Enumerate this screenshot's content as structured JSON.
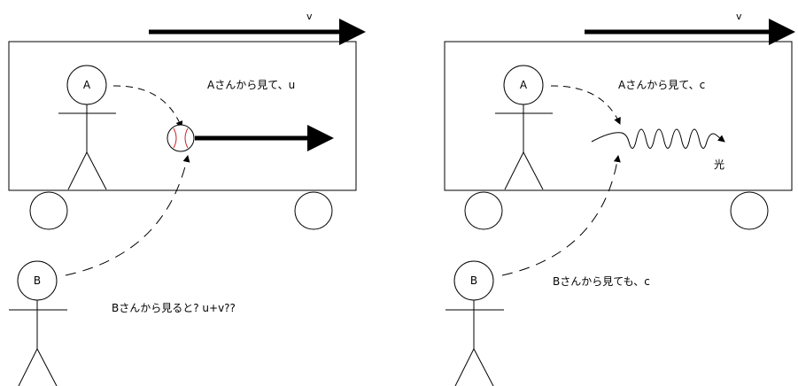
{
  "left_panel": {
    "velocity_label": "v",
    "person_a_label": "A",
    "person_b_label": "B",
    "caption_a": "Aさんから見て、u",
    "caption_b": "Bさんから見ると?  u+v??"
  },
  "right_panel": {
    "velocity_label": "v",
    "person_a_label": "A",
    "person_b_label": "B",
    "caption_a": "Aさんから見て、c",
    "caption_b": "Bさんから見ても、c",
    "light_label": "光"
  },
  "colors": {
    "stroke": "#000000",
    "ball_seam": "#cc2222",
    "background": "#ffffff"
  }
}
